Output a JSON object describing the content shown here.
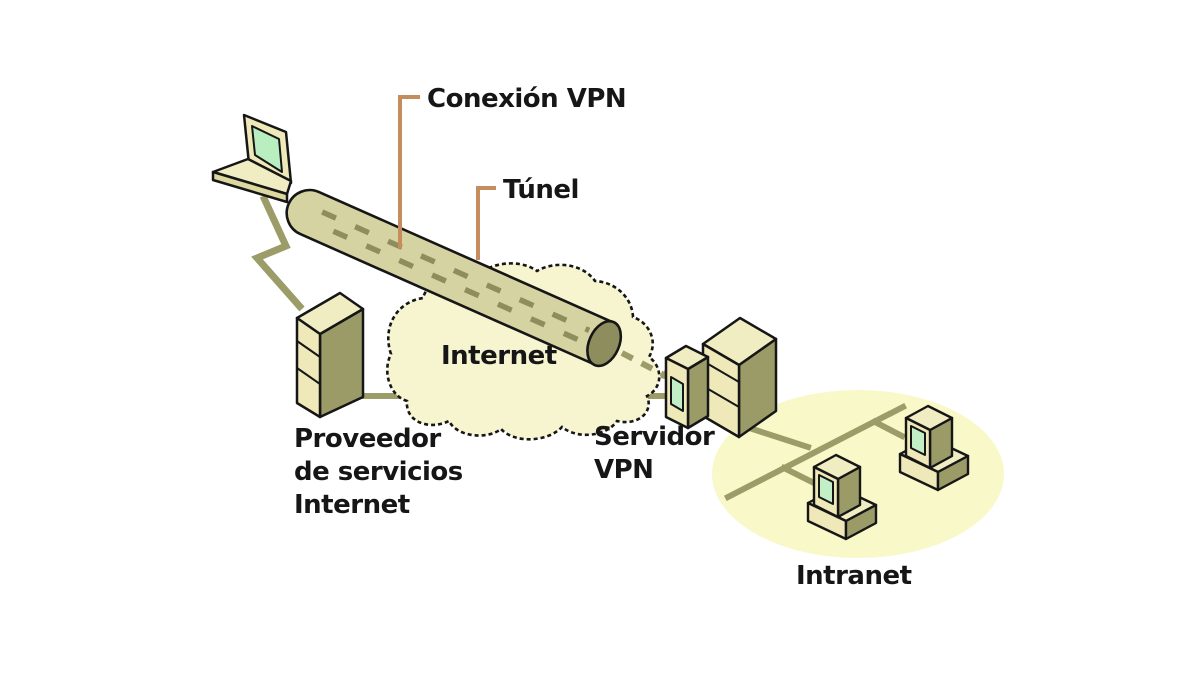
{
  "labels": {
    "vpn_connection": "Conexión VPN",
    "tunnel": "Túnel",
    "internet": "Internet",
    "isp_lines": [
      "Proveedor",
      "de servicios",
      "Internet"
    ],
    "vpn_server_lines": [
      "Servidor",
      "VPN"
    ],
    "intranet": "Intranet"
  },
  "colors": {
    "background": "#ffffff",
    "device_front_cream": "#efe9ba",
    "device_top_cream": "#f1edc2",
    "device_side_olive": "#9b9b68",
    "tunnel_body": "#d6d3a2",
    "tunnel_dash_dark_olive": "#8d8d5e",
    "cloud_fill": "#f7f4d0",
    "intranet_zone_fill": "#f9f8c9",
    "network_line_olive": "#9c9c68",
    "callout_line_orange": "#c58d5e",
    "screen_green": "#c2efc6",
    "outline_black": "#161616",
    "text": "#161616"
  },
  "components": [
    "laptop-client",
    "dialup-lightning-link",
    "isp-server",
    "internet-cloud",
    "vpn-tunnel",
    "vpn-server",
    "intranet-network",
    "workstation-1",
    "workstation-2"
  ]
}
